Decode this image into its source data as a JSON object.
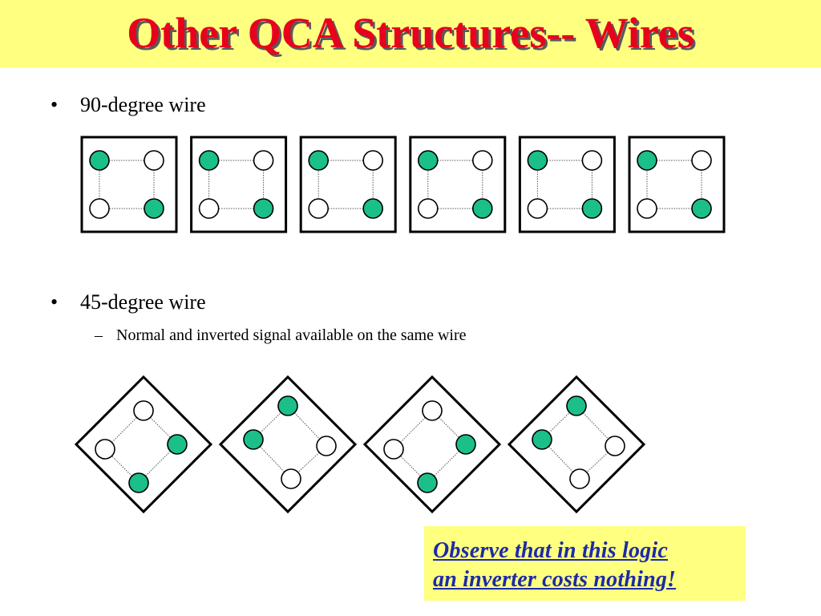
{
  "slide": {
    "title": "Other QCA Structures-- Wires",
    "bullet_symbol": "•",
    "dash_symbol": "–",
    "bullets": [
      {
        "text": "90-degree wire"
      },
      {
        "text": "45-degree wire",
        "sub": "Normal and inverted signal available on the same wire"
      }
    ],
    "callout": [
      "Observe that in this logic",
      "an inverter costs nothing!"
    ]
  },
  "colors": {
    "title": "#e8001c",
    "title_band": "#ffff80",
    "dot_active": "#1abf8a",
    "callout_text": "#1c2aa6"
  },
  "cells_90": [
    {
      "dots": [
        "filled",
        "empty",
        "empty",
        "filled"
      ]
    },
    {
      "dots": [
        "filled",
        "empty",
        "empty",
        "filled"
      ]
    },
    {
      "dots": [
        "filled",
        "empty",
        "empty",
        "filled"
      ]
    },
    {
      "dots": [
        "filled",
        "empty",
        "empty",
        "filled"
      ]
    },
    {
      "dots": [
        "filled",
        "empty",
        "empty",
        "filled"
      ]
    },
    {
      "dots": [
        "filled",
        "empty",
        "empty",
        "filled"
      ]
    }
  ],
  "cells_45": [
    {
      "dots": [
        "empty",
        "filled",
        "empty",
        "filled"
      ]
    },
    {
      "dots": [
        "filled",
        "empty",
        "filled",
        "empty"
      ]
    },
    {
      "dots": [
        "empty",
        "filled",
        "empty",
        "filled"
      ]
    },
    {
      "dots": [
        "filled",
        "empty",
        "filled",
        "empty"
      ]
    }
  ]
}
